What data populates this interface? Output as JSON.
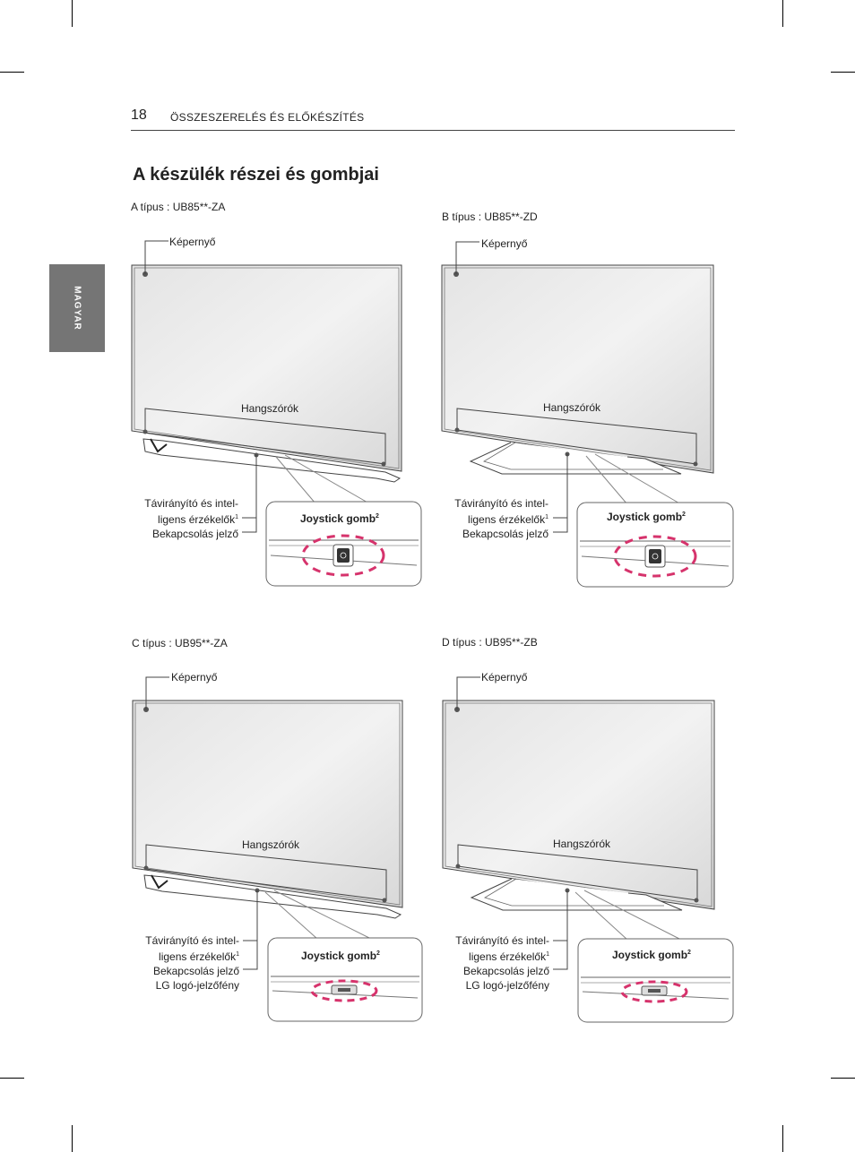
{
  "header": {
    "page_number": "18",
    "section_title": "ÖSSZESZERELÉS ÉS ELŐKÉSZÍTÉS"
  },
  "side_tab": {
    "language": "MAGYAR"
  },
  "title": "A készülék részei és gombjai",
  "models": [
    {
      "type_label": "A típus : UB85**-ZA",
      "screen_label": "Képernyő",
      "speakers_label": "Hangszórók",
      "sensor_line1": "Távirányító és intel-",
      "sensor_line2": "ligens érzékelők",
      "sensor_sup": "1",
      "power_label": "Bekapcsolás jelző",
      "logo_label": "",
      "joystick_label": "Joystick gomb",
      "joystick_sup": "2"
    },
    {
      "type_label": "B típus : UB85**-ZD",
      "screen_label": "Képernyő",
      "speakers_label": "Hangszórók",
      "sensor_line1": "Távirányító és intel-",
      "sensor_line2": "ligens érzékelők",
      "sensor_sup": "1",
      "power_label": "Bekapcsolás jelző",
      "logo_label": "",
      "joystick_label": "Joystick gomb",
      "joystick_sup": "2"
    },
    {
      "type_label": "C típus : UB95**-ZA",
      "screen_label": "Képernyő",
      "speakers_label": "Hangszórók",
      "sensor_line1": "Távirányító és intel-",
      "sensor_line2": "ligens érzékelők",
      "sensor_sup": "1",
      "power_label": "Bekapcsolás jelző",
      "logo_label": "LG logó-jelzőfény",
      "joystick_label": "Joystick gomb",
      "joystick_sup": "2"
    },
    {
      "type_label": "D típus : UB95**-ZB",
      "screen_label": "Képernyő",
      "speakers_label": "Hangszórók",
      "sensor_line1": "Távirányító és intel-",
      "sensor_line2": "ligens érzékelők",
      "sensor_sup": "1",
      "power_label": "Bekapcsolás jelző",
      "logo_label": "LG logó-jelzőfény",
      "joystick_label": "Joystick gomb",
      "joystick_sup": "2"
    }
  ],
  "colors": {
    "highlight": "#d6336c",
    "tab": "#757575"
  }
}
